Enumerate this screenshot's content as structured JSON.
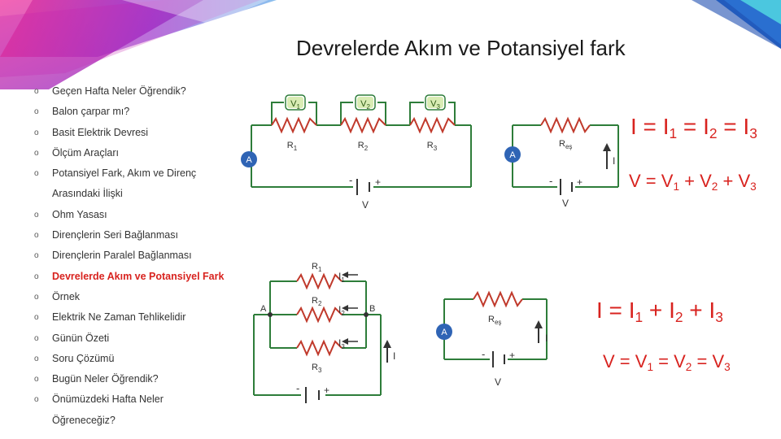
{
  "title": "Devrelerde Akım ve Potansiyel fark",
  "menu": [
    {
      "label": "Geçen Hafta Neler Öğrendik?",
      "bullet": true
    },
    {
      "label": "Balon çarpar mı?",
      "bullet": true
    },
    {
      "label": "Basit Elektrik Devresi",
      "bullet": true
    },
    {
      "label": "Ölçüm Araçları",
      "bullet": true
    },
    {
      "label": "Potansiyel Fark, Akım ve Direnç",
      "bullet": true
    },
    {
      "label": "Arasındaki İlişki",
      "bullet": false
    },
    {
      "label": "Ohm Yasası",
      "bullet": true
    },
    {
      "label": "Dirençlerin Seri Bağlanması",
      "bullet": true
    },
    {
      "label": "Dirençlerin Paralel Bağlanması",
      "bullet": true
    },
    {
      "label": "Devrelerde Akım ve Potansiyel Fark",
      "bullet": true,
      "active": true
    },
    {
      "label": "Örnek",
      "bullet": true
    },
    {
      "label": "Elektrik Ne Zaman Tehlikelidir",
      "bullet": true
    },
    {
      "label": "Günün Özeti",
      "bullet": true
    },
    {
      "label": "Soru Çözümü",
      "bullet": true
    },
    {
      "label": "Bugün Neler Öğrendik?",
      "bullet": true
    },
    {
      "label": "Önümüzdeki Hafta Neler",
      "bullet": true
    },
    {
      "label": "Öğreneceğiz?",
      "bullet": false
    }
  ],
  "bullet_char": "o",
  "series_circuit": {
    "voltmeters": [
      "V1",
      "V2",
      "V3"
    ],
    "resistors": [
      "R1",
      "R2",
      "R3"
    ],
    "ammeter": "A",
    "source_label": "V",
    "minus": "-",
    "plus": "+"
  },
  "series_equivalent": {
    "resistor": "Reş",
    "ammeter": "A",
    "current": "I",
    "source_label": "V",
    "minus": "-",
    "plus": "+"
  },
  "parallel_circuit": {
    "resistors": [
      "R1",
      "R2",
      "R3"
    ],
    "currents": [
      "I1",
      "I2",
      "I3"
    ],
    "node_a": "A",
    "node_b": "B",
    "current": "I",
    "minus": "-",
    "plus": "+"
  },
  "parallel_equivalent": {
    "resistor": "Reş",
    "ammeter": "A",
    "current": "I",
    "source_label": "V",
    "minus": "-",
    "plus": "+"
  },
  "formulas": {
    "series_current": "I = I1 = I2 = I3",
    "series_voltage": "V = V1 + V2 + V3",
    "parallel_current": "I = I1 + I2 + I3",
    "parallel_voltage": "V = V1 = V2 = V3"
  },
  "colors": {
    "accent_red": "#d8231f",
    "resistor": "#c0392b",
    "wire": "#2e7d3a",
    "ammeter": "#2f64b5",
    "voltmeter": "#9bc24a"
  }
}
